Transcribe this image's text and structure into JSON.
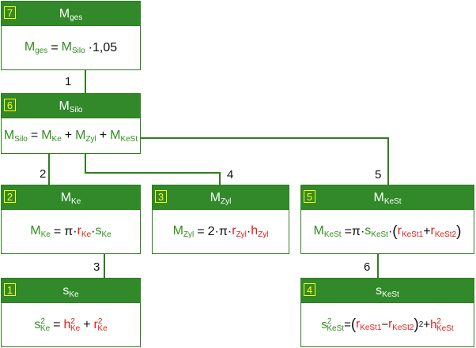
{
  "edges": [
    {
      "label": "1"
    },
    {
      "label": "2"
    },
    {
      "label": "3"
    },
    {
      "label": "4"
    },
    {
      "label": "5"
    },
    {
      "label": "6"
    }
  ],
  "boxes": {
    "mges": {
      "num": "7",
      "title": "M",
      "title_sub": "ges"
    },
    "msilo": {
      "num": "6",
      "title": "M",
      "title_sub": "Silo"
    },
    "mke": {
      "num": "2",
      "title": "M",
      "title_sub": "Ke"
    },
    "mzyl": {
      "num": "3",
      "title": "M",
      "title_sub": "Zyl"
    },
    "mkest": {
      "num": "5",
      "title": "M",
      "title_sub": "KeSt"
    },
    "ske": {
      "num": "1",
      "title": "s",
      "title_sub": "Ke"
    },
    "skest": {
      "num": "4",
      "title": "s",
      "title_sub": "KeSt"
    }
  },
  "formulas": {
    "mges": {
      "factor": "1,05"
    },
    "mzyl": {
      "const": "2"
    },
    "skest": {
      "exp": "2"
    }
  },
  "symbols": {
    "pi": "π",
    "dot": "·",
    "plus": "+",
    "minus": "−",
    "eq": "=",
    "sq": "2",
    "lp": "(",
    "rp": ")"
  },
  "colors": {
    "header": "#31892a",
    "border": "#2e7d1f",
    "green": "#2f8f1c",
    "red": "#e0201b",
    "number": "#ffff00"
  }
}
